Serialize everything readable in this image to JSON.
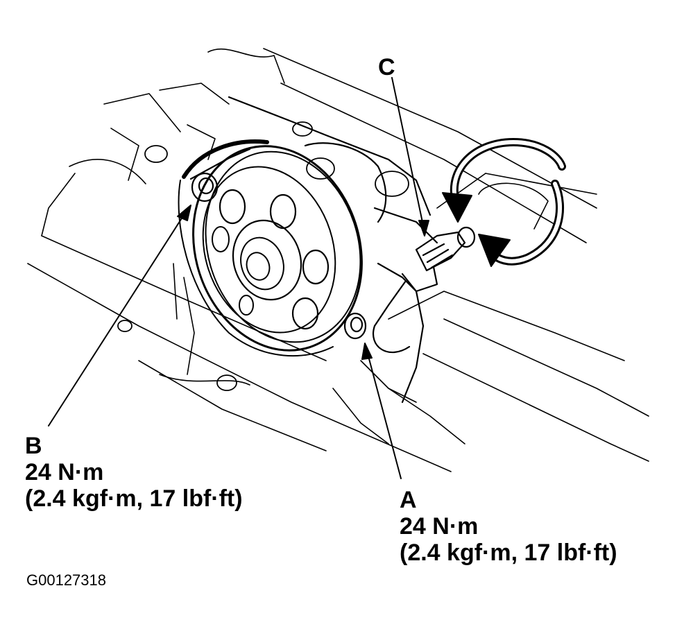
{
  "callouts": {
    "b": {
      "letter": "B",
      "torque_nm": "24 N·m",
      "torque_alt": "(2.4 kgf·m, 17 lbf·ft)"
    },
    "a": {
      "letter": "A",
      "torque_nm": "24 N·m",
      "torque_alt": "(2.4 kgf·m, 17 lbf·ft)"
    },
    "c": {
      "letter": "C"
    }
  },
  "figure_id": "G00127318",
  "colors": {
    "ink": "#000000",
    "paper": "#ffffff"
  },
  "icons": {
    "rotation": "rotate-arrows-icon"
  }
}
